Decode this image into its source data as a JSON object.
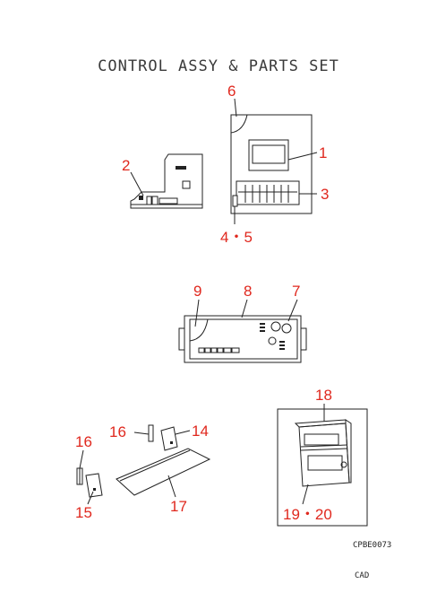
{
  "title": "CONTROL ASSY & PARTS SET",
  "callouts": {
    "c1": "1",
    "c2": "2",
    "c3": "3",
    "c45": "4・5",
    "c6": "6",
    "c7": "7",
    "c8": "8",
    "c9": "9",
    "c14": "14",
    "c15": "15",
    "c16a": "16",
    "c16b": "16",
    "c17": "17",
    "c18": "18",
    "c1920": "19・20"
  },
  "codes": {
    "drawing_code": "CPBE0073",
    "cad": "CAD"
  },
  "colors": {
    "callout": "#e0281e",
    "line": "#222222"
  }
}
